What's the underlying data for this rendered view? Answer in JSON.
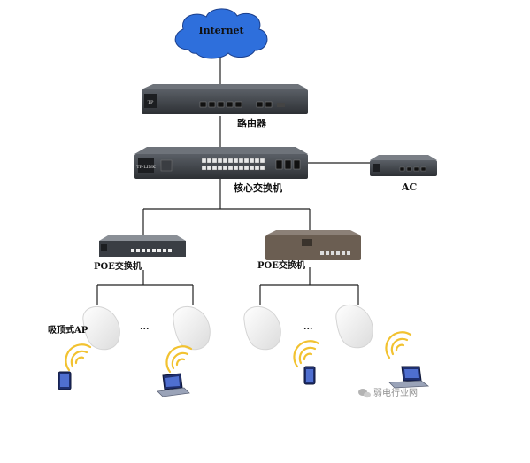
{
  "diagram": {
    "internet_label": "Internet",
    "router_label": "路由器",
    "core_switch_label": "核心交换机",
    "ac_label": "AC",
    "poe_switch_left_label": "POE交换机",
    "poe_switch_right_label": "POE交换机",
    "ap_label": "吸顶式AP",
    "ellipsis_left": "...",
    "ellipsis_right": "...",
    "watermark": "弱电行业网"
  },
  "colors": {
    "cloud_fill": "#2e6fdc",
    "cloud_stroke": "#1b3f8c",
    "device_dark": "#2d3034",
    "poe_right_body": "#6b5e52",
    "wire": "#222222",
    "wifi": "#f2c230"
  },
  "icons": [
    "cloud-icon",
    "router-icon",
    "switch-icon",
    "access-controller-icon",
    "ceiling-ap-icon",
    "wifi-signal-icon",
    "tablet-icon",
    "laptop-icon",
    "wechat-icon"
  ]
}
